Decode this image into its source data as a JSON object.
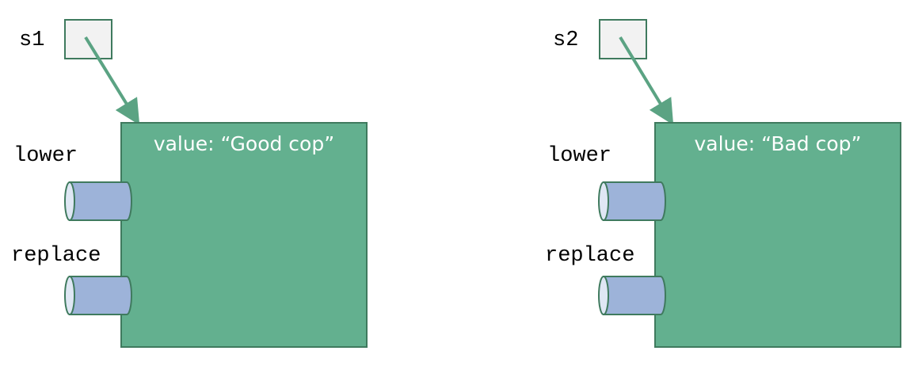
{
  "objects": [
    {
      "variable": "s1",
      "value_label": "value: “Good cop”",
      "methods": [
        "lower",
        "replace"
      ]
    },
    {
      "variable": "s2",
      "value_label": "value: “Bad cop”",
      "methods": [
        "lower",
        "replace"
      ]
    }
  ],
  "colors": {
    "object_fill": "#63b08f",
    "object_stroke": "#3f7a5e",
    "arrow": "#5ba383",
    "method_fill": "#9db3d9",
    "method_stroke": "#3f7a5e",
    "var_box_fill": "#f2f2f2",
    "var_box_stroke": "#3f7a5e"
  }
}
